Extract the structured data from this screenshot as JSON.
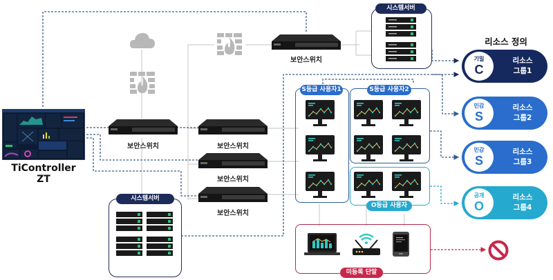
{
  "controller": {
    "name": "TiController ZT"
  },
  "switches": [
    {
      "label": "보안스위치"
    },
    {
      "label": "보안스위치"
    },
    {
      "label": "보안스위치"
    },
    {
      "label": "보안스위치"
    },
    {
      "label": "보안스위치"
    }
  ],
  "server_racks": [
    {
      "label": "시스템서버"
    },
    {
      "label": "시스템서버"
    }
  ],
  "user_groups": [
    {
      "label": "S등급 사용자1"
    },
    {
      "label": "S등급 사용자2"
    },
    {
      "label": "O등급 사용자"
    }
  ],
  "unregistered": {
    "label": "미등록 단말"
  },
  "resource_definition": {
    "title": "리소스 정의",
    "groups": [
      {
        "level_kr": "기밀",
        "letter": "C",
        "name_line1": "리소스",
        "name_line2": "그룹1",
        "color": "#16295e"
      },
      {
        "level_kr": "민감",
        "letter": "S",
        "name_line1": "리소스",
        "name_line2": "그룹2",
        "color": "#2a6dcc"
      },
      {
        "level_kr": "민감",
        "letter": "S",
        "name_line1": "리소스",
        "name_line2": "그룹3",
        "color": "#2a6dcc"
      },
      {
        "level_kr": "공개",
        "letter": "O",
        "name_line1": "리소스",
        "name_line2": "그룹4",
        "color": "#26a9cf"
      }
    ]
  },
  "icons": {
    "cloud": "cloud-icon",
    "firewall": "firewall-icon",
    "blocked": "prohibited-icon"
  },
  "colors": {
    "navy": "#1d2b5a",
    "dashed_line": "#3d5f8a",
    "blocked": "#c8284a",
    "gray_line": "#c8c8c8"
  }
}
